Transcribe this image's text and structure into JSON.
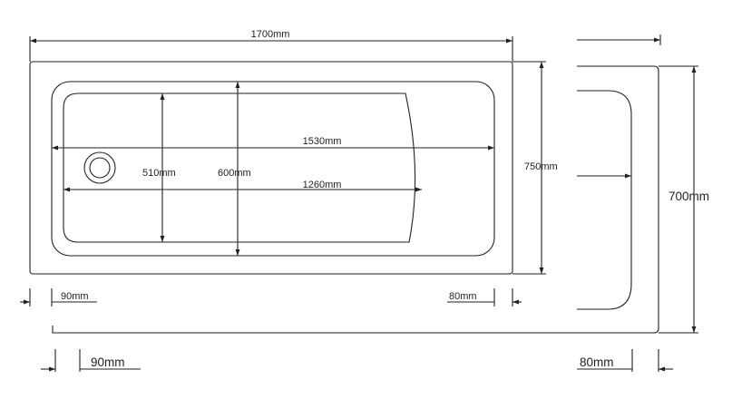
{
  "diagram": {
    "dimensions": {
      "overall_length": "1700mm",
      "overall_width": "750mm",
      "inner_length_top": "1530mm",
      "inner_length_bottom": "1260mm",
      "inner_width_waste_end": "510mm",
      "inner_width_centre": "600mm",
      "end_margin_left": "90mm",
      "end_margin_right": "80mm",
      "panel_width": "700mm",
      "panel_margin_left": "90mm",
      "panel_margin_right": "80mm"
    }
  }
}
